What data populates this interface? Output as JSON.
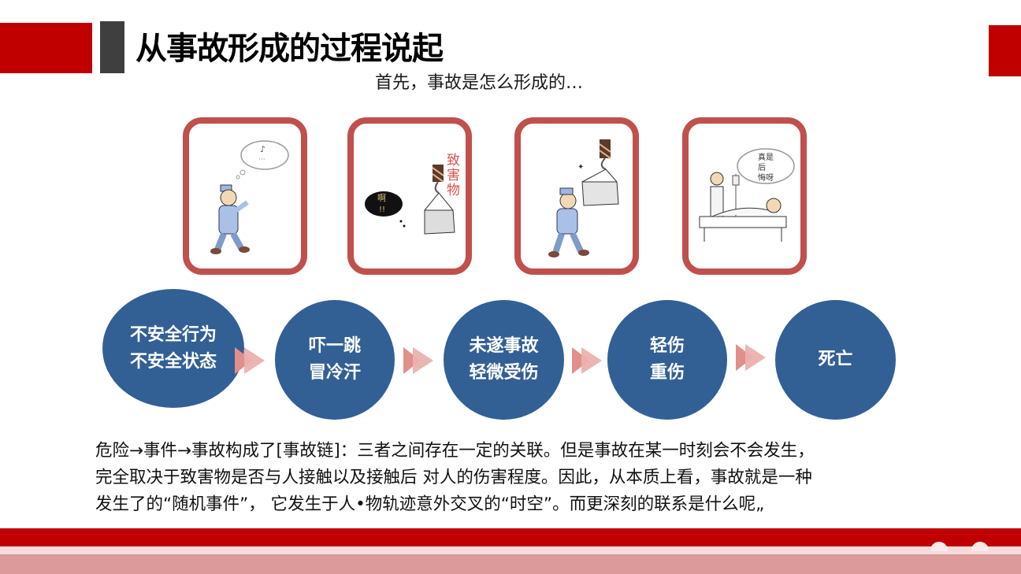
{
  "slide": {
    "title": "从事故形成的过程说起",
    "subtitle": "首先，事故是怎么形成的…",
    "colors": {
      "accent_red": "#c00000",
      "accent_grey": "#3f3f3f",
      "frame_border": "#c0504d",
      "node_blue": "#336094",
      "arrow_pink": "#e8a4a4",
      "band_light": "#f3dcdc",
      "band_pink": "#dc9a9a"
    }
  },
  "illustrations": [
    {
      "scene": "worker-walking-smoking",
      "thought_bubble": "♪ ···"
    },
    {
      "scene": "worker-scared-hazard",
      "thought_bubble": "啊!!",
      "caption": "致害物"
    },
    {
      "scene": "load-hits-worker",
      "thought_bubble": ""
    },
    {
      "scene": "injured-in-hospital",
      "thought_bubble": "真是后悔呀"
    }
  ],
  "chain": [
    {
      "lines": [
        "不安全行为",
        "不安全状态"
      ]
    },
    {
      "lines": [
        "吓一跳",
        "冒冷汗"
      ]
    },
    {
      "lines": [
        "未遂事故",
        "轻微受伤"
      ]
    },
    {
      "lines": [
        "轻伤",
        "重伤"
      ]
    },
    {
      "lines": [
        "死亡"
      ]
    }
  ],
  "paragraph": {
    "lines": [
      "危险→事件→事故构成了[事故链]：三者之间存在一定的关联。但是事故在某一时刻会不会发生，",
      "完全取决于致害物是否与人接触以及接触后  对人的伤害程度。因此，从本质上看，事故就是一种",
      "发生了的“随机事件”，   它发生于人•物轨迹意外交叉的“时空”。而更深刻的联系是什么呢„"
    ]
  }
}
